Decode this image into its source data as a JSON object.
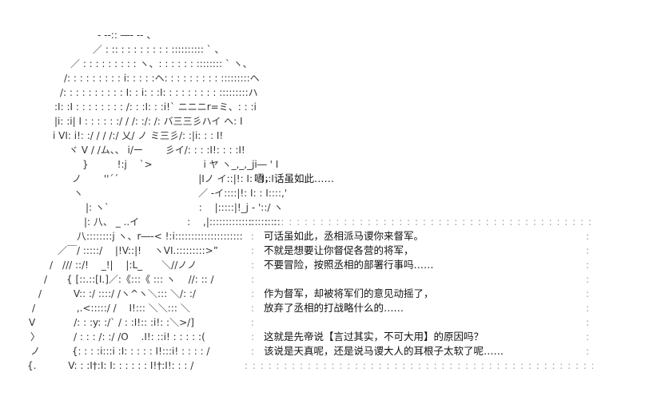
{
  "art": {
    "lines": [
      "‐ -‐:: ―‐ -‐ 、",
      "／ : :: : : : : : : : : :::::::::: ` 、",
      "／ : : : : : : : : : ヽ、: : : : : : :::::::: ` ヽ、",
      "/: : : : : : : : : i: : : : :ヘ: : : : : : : : : :::::::::ヘ",
      "/: : : : : : : : : : I: : i: : :I: : : : : : : : : :::::::::ハ",
      ":I: :I : : : : : : : : /: : :I: : :i!` ニニニr=ミ、: : :i",
      "|i: :i| I : : : : : :/ / /: :/: /: バ三三彡ハイ ヘ: I",
      "i VI: i!: :/ / / /:/ 乂/ ノ ミ三彡/: :|i: : : I!",
      "ヾ V / /ム、、 i/ー　　 彡イ/: : : :I!: : : :I!",
      "}　　　!:j　 `>　　　　　 i ヤ ヽ_,_,_ji― ' I",
      "ノ　　 ''´´　　　　　　　　 |Iノ イ::|!: I: : I::I",
      "ヽ　　　　　　　　　　　　／ ‐イ::::|!: I: : I::::,'",
      "|: ヽ`　　　　　　　　　 :　 |:::::|!_j ‐ '::/ ヽ",
      "|: 八、 _ ..イ　　　　　:　 ,|::::::::::::::::::::::",
      "八::::::::j ヽ、r―‐< !:i:::::::::::::::::::::",
      "／￣/ :::::/　 |!V::|!　 ヽVI.:::::::::>”",
      "/　/// ::/!　 _!|　 |:L_　　＼//ノノ",
      "/　　{ [::.::[I.]／:《:::《 ::: ヽ　 //: :: /",
      "/　　　 V:: :/ ::::/ /ヽ^ヽ＼::: ＼/: :/",
      "/　　　　 ,.<:::::/ /　 I!::: ＼＼::: ＼",
      "V　　　　/: : :y: :/` / : :I!:: :i!: :＼>/]",
      "〉　　　　/ : : : /: :/ /O　 .I!: ::i! : : : : :(",
      "ノ　　　 {: : : :i:::i :I: : : : : I!:::i! : : : : /",
      "{.　　　 V: : :I†:I: I: : : : : : I!†:I!: : : /"
    ]
  },
  "dialog": {
    "aside": "唔，话虽如此……",
    "lines": [
      "可话虽如此，丞相派马谡你来督军。",
      "不就是想要让你督促各营的将军，",
      "不要冒险，按照丞相的部署行事吗……",
      "",
      "作为督军，却被将军们的意见动摇了，",
      "放弃了丞相的打战略什么的……",
      "",
      "这就是先帝说【言过其实，不可大用】的原因吗？",
      "该说是天真呢，还是说马谡大人的耳根子太软了呢……"
    ],
    "border_dots": ": : : : : : : : : : : : : : : : : : : : : : : : : : : : : : : : : : : : : : : : : : : : : : : : : : : : : : : : : : : : : : : : : : : : : : : : : : : : : : : : : : : : : : : : : : : : : : : : : : : : :",
    "side_dots": ":"
  }
}
